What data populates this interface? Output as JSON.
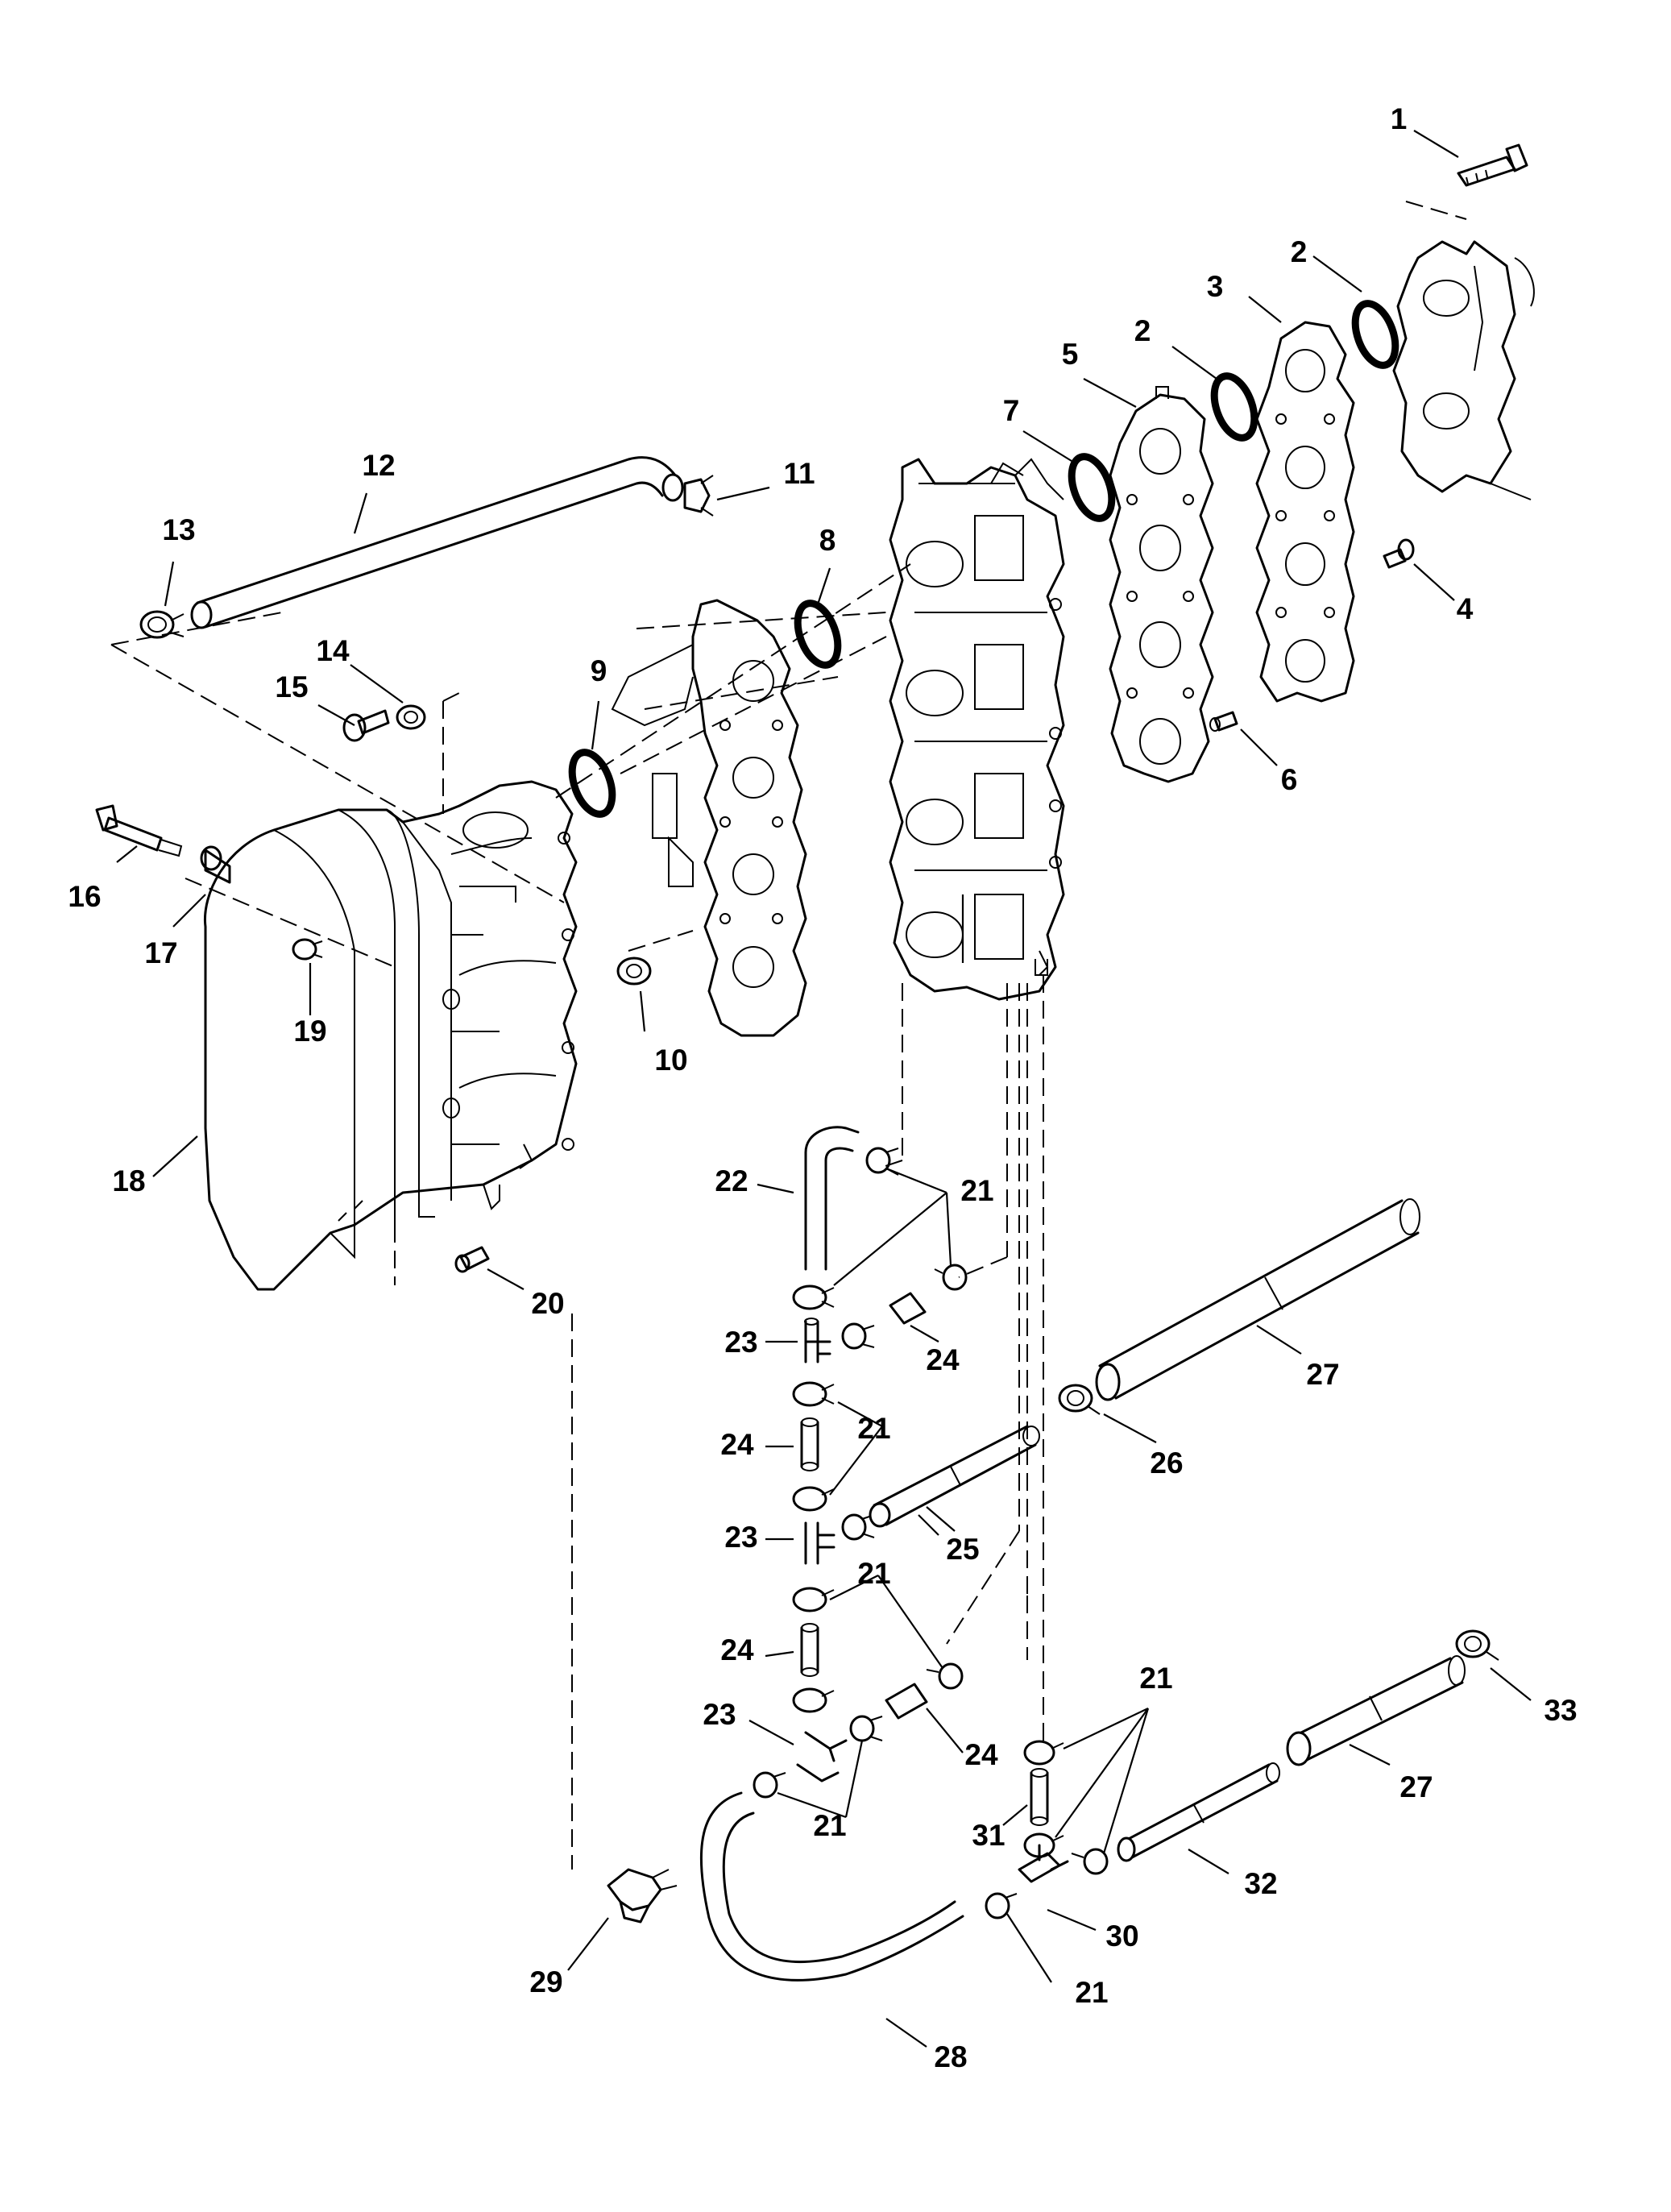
{
  "diagram": {
    "part_numbers": {
      "p1": "1",
      "p2a": "2",
      "p2b": "2",
      "p3": "3",
      "p4": "4",
      "p5": "5",
      "p6": "6",
      "p7": "7",
      "p8": "8",
      "p9": "9",
      "p10": "10",
      "p11": "11",
      "p12": "12",
      "p13": "13",
      "p14": "14",
      "p15": "15",
      "p16": "16",
      "p17": "17",
      "p18": "18",
      "p19": "19",
      "p20": "20",
      "p21a": "21",
      "p21b": "21",
      "p21c": "21",
      "p21d": "21",
      "p21e": "21",
      "p21f": "21",
      "p22": "22",
      "p23a": "23",
      "p23b": "23",
      "p23c": "23",
      "p24a": "24",
      "p24b": "24",
      "p24c": "24",
      "p24d": "24",
      "p25": "25",
      "p26": "26",
      "p27a": "27",
      "p27b": "27",
      "p28": "28",
      "p29": "29",
      "p30": "30",
      "p31": "31",
      "p32": "32",
      "p33": "33"
    }
  }
}
